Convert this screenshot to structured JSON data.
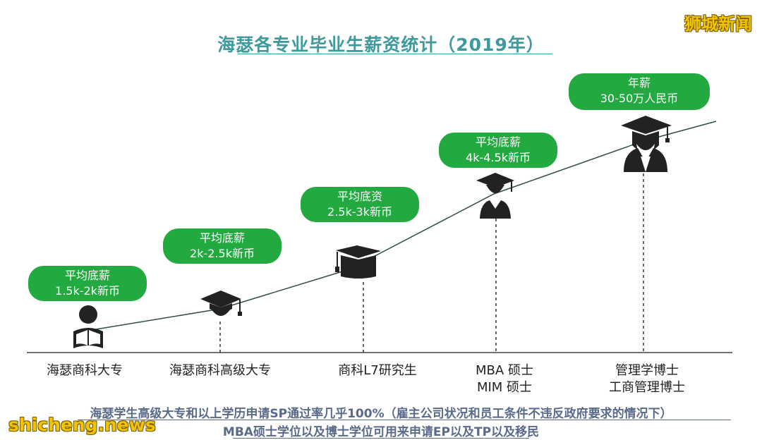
{
  "title": "海瑟各专业毕业生薪资统计（2019年）",
  "brand_top": "狮城新闻",
  "brand_bottom": "shicheng.news",
  "stages": [
    {
      "badge_line1": "平均底薪",
      "badge_line2": "1.5k-2k新币",
      "label_line1": "海瑟商科大专",
      "label_line2": ""
    },
    {
      "badge_line1": "平均底薪",
      "badge_line2": "2k-2.5k新币",
      "label_line1": "海瑟商科高级大专",
      "label_line2": ""
    },
    {
      "badge_line1": "平均底资",
      "badge_line2": "2.5k-3k新币",
      "label_line1": "商科L7研究生",
      "label_line2": ""
    },
    {
      "badge_line1": "平均底薪",
      "badge_line2": "4k-4.5k新币",
      "label_line1": "MBA 硕士",
      "label_line2": "MIM 硕士"
    },
    {
      "badge_line1": "年薪",
      "badge_line2": "30-50万人民币",
      "label_line1": "管理学博士",
      "label_line2": "工商管理博士"
    }
  ],
  "footnote_line1": "海瑟学生高级大专和以上学历申请SP通过率几乎100%（雇主公司状况和员工条件不违反政府要求的情况下）",
  "footnote_line2": "MBA硕士学位以及博士学位可用来申请EP以及TP以及移民",
  "colors": {
    "badge": "#22a93f",
    "title": "#3e9a9c",
    "icon": "#222222",
    "line": "#2f4f3f",
    "brand": "#f2c400"
  },
  "icons": [
    "reading-student-icon",
    "graduation-cap-icon",
    "mortarboard-icon",
    "graduate-icon",
    "graduate-gown-icon"
  ]
}
